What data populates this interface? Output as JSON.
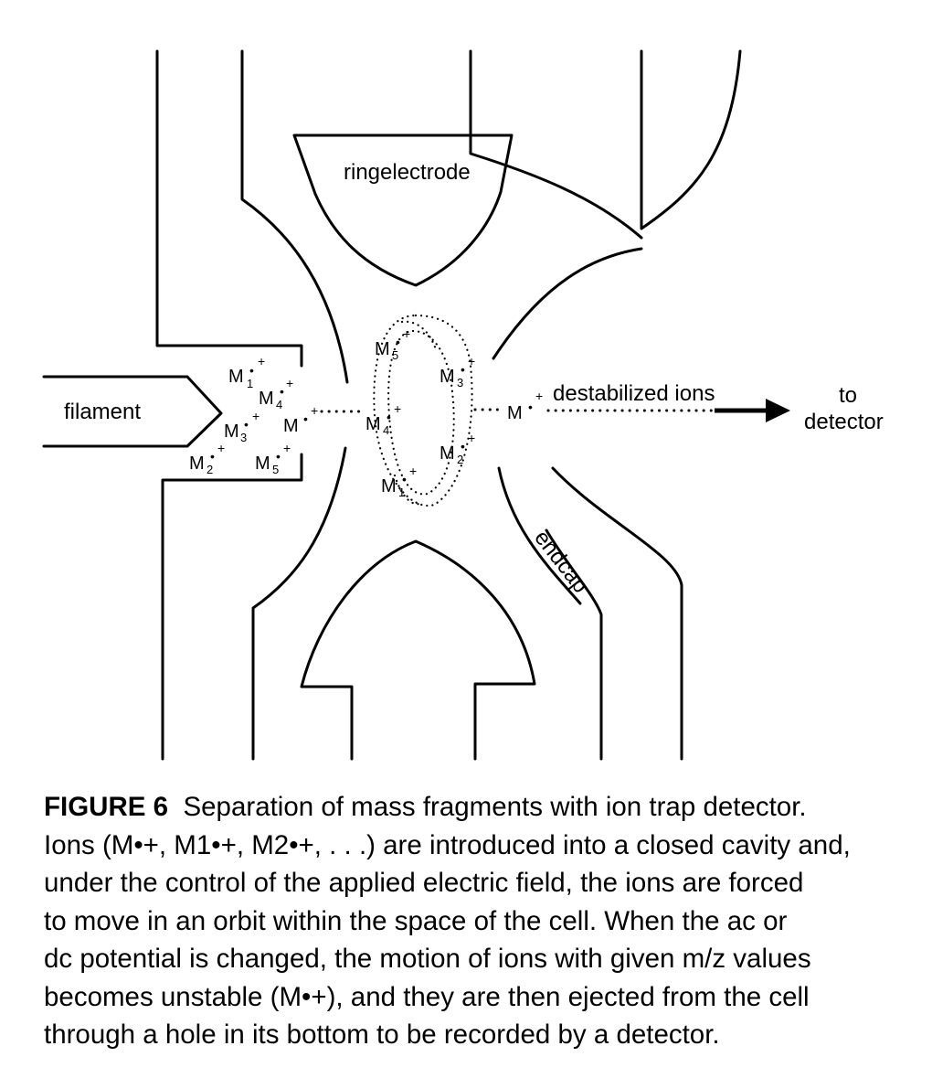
{
  "diagram": {
    "labels": {
      "ringelectrode": "ringelectrode",
      "filament": "filament",
      "endcap": "endcap",
      "destabilized_ions": "destabilized ions",
      "to": "to",
      "detector": "detector"
    },
    "ions": {
      "M": "M",
      "sub_1": "1",
      "sub_2": "2",
      "sub_3": "3",
      "sub_4": "4",
      "sub_5": "5",
      "radical": "•",
      "plus": "+"
    }
  },
  "caption": {
    "figure_number": "FIGURE 6",
    "text": "Separation of mass fragments with ion trap detector.\nIons (M•+, M1•+, M2•+, . . .) are introduced into a closed cavity and,\nunder the control of the applied electric field, the ions are forced\nto move in an orbit within the space of the cell. When the ac or\ndc potential is changed, the motion of ions with given m/z values\nbecomes unstable (M•+), and they are then ejected from the cell\nthrough a hole in its bottom to be recorded by a detector."
  }
}
